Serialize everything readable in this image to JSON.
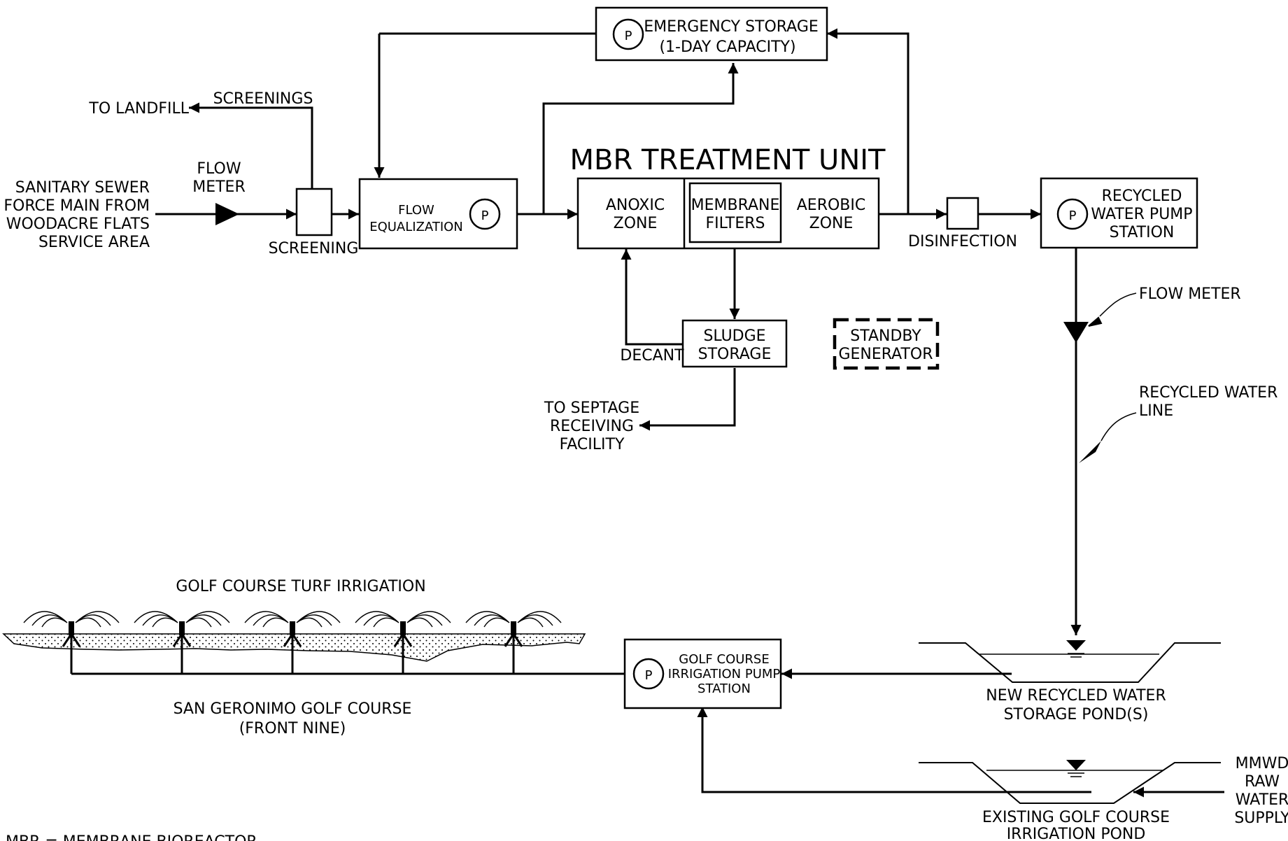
{
  "labels": {
    "emergency_storage": [
      "EMERGENCY STORAGE",
      "(1-DAY CAPACITY)"
    ],
    "to_landfill": "TO LANDFILL",
    "screenings": "SCREENINGS",
    "flow_meter_in": [
      "FLOW",
      "METER"
    ],
    "sewer_source": [
      "SANITARY SEWER",
      "FORCE MAIN FROM",
      "WOODACRE FLATS",
      "SERVICE AREA"
    ],
    "screening": "SCREENING",
    "flow_equalization": [
      "FLOW",
      "EQUALIZATION"
    ],
    "mbr_title": "MBR TREATMENT UNIT",
    "anoxic_zone": [
      "ANOXIC",
      "ZONE"
    ],
    "membrane_filters": [
      "MEMBRANE",
      "FILTERS"
    ],
    "aerobic_zone": [
      "AEROBIC",
      "ZONE"
    ],
    "disinfection": "DISINFECTION",
    "recycled_pump_station": [
      "RECYCLED",
      "WATER PUMP",
      "STATION"
    ],
    "flow_meter_out": "FLOW METER",
    "sludge_storage": [
      "SLUDGE",
      "STORAGE"
    ],
    "decant": "DECANT",
    "standby_generator": [
      "STANDBY",
      "GENERATOR"
    ],
    "to_septage": [
      "TO SEPTAGE",
      "RECEIVING",
      "FACILITY"
    ],
    "recycled_water_line": [
      "RECYCLED WATER",
      "LINE"
    ],
    "golf_turf_irrigation": "GOLF COURSE TURF IRRIGATION",
    "golf_pump_station": [
      "GOLF COURSE",
      "IRRIGATION PUMP",
      "STATION"
    ],
    "new_storage_pond": [
      "NEW RECYCLED WATER",
      "STORAGE POND(S)"
    ],
    "golf_course_name": [
      "SAN GERONIMO GOLF COURSE",
      "(FRONT NINE)"
    ],
    "existing_pond": [
      "EXISTING GOLF COURSE",
      "IRRIGATION POND"
    ],
    "mmwd_supply": [
      "MMWD",
      "RAW",
      "WATER",
      "SUPPLY"
    ],
    "footnote": "MBR = MEMBRANE BIOREACTOR",
    "pump_symbol": "P"
  }
}
